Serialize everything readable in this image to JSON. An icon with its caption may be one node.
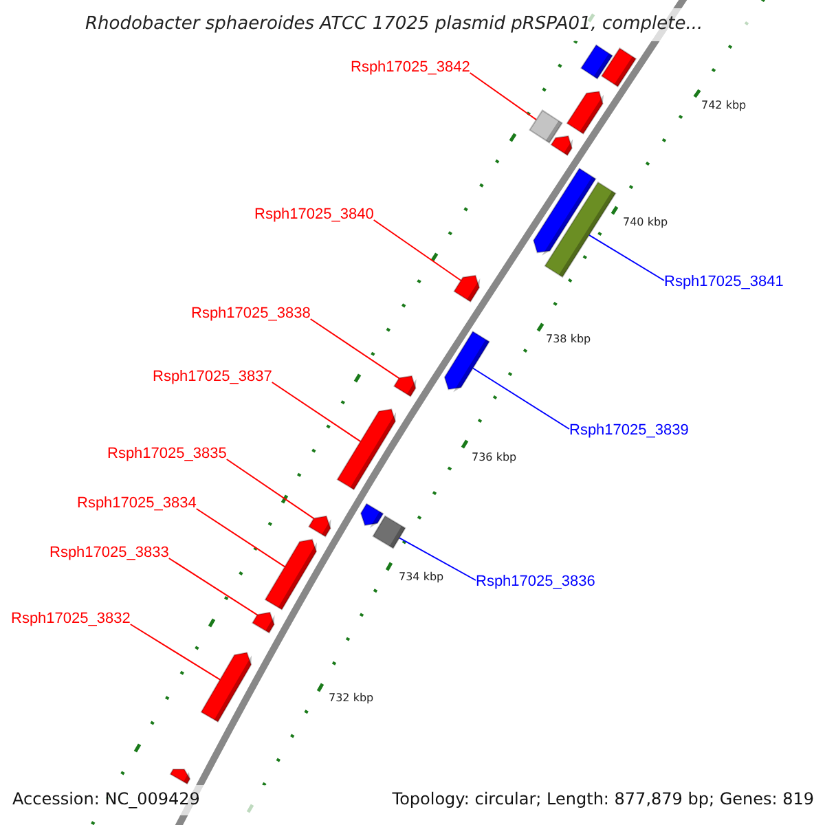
{
  "diagram": {
    "title": "Rhodobacter sphaeroides ATCC 17025 plasmid pRSPA01, complete...",
    "nodes": [
      {
        "text": [
          "Rsph17025_3842"
        ]
      },
      {
        "text": [
          "Rsph17025_3840"
        ]
      },
      {
        "text": [
          "Rsph17025_3841"
        ]
      },
      {
        "text": [
          "Rsph17025_3838"
        ]
      },
      {
        "text": [
          "Rsph17025_3837"
        ]
      },
      {
        "text": [
          "Rsph17025_3839"
        ]
      },
      {
        "text": [
          "Rsph17025_3835"
        ]
      },
      {
        "text": [
          "Rsph17025_3834"
        ]
      },
      {
        "text": [
          "Rsph17025_3833"
        ]
      },
      {
        "text": [
          "Rsph17025_3836"
        ]
      },
      {
        "text": [
          "Rsph17025_3832"
        ]
      },
      {
        "text": [],
        "shape": "arrow"
      },
      {
        "text": [],
        "shape": "arrow"
      },
      {
        "text": [],
        "shape": "arrow"
      },
      {
        "text": [],
        "shape": "box"
      },
      {
        "text": [],
        "shape": "arrow"
      },
      {
        "text": [],
        "shape": "arrow"
      },
      {
        "text": [],
        "shape": "box"
      },
      {
        "text": [],
        "shape": "arrow"
      },
      {
        "text": [],
        "shape": "arrow"
      },
      {
        "text": [],
        "shape": "arrow"
      },
      {
        "text": [],
        "shape": "arrow"
      },
      {
        "text": [],
        "shape": "arrow"
      },
      {
        "text": [],
        "shape": "arrow"
      },
      {
        "text": [],
        "shape": "box"
      },
      {
        "text": [],
        "shape": "arrow"
      },
      {
        "text": [],
        "shape": "arrow"
      },
      {
        "text": [],
        "shape": "arrow"
      },
      {
        "text": [],
        "shape": "arrow"
      }
    ],
    "edges": [
      {
        "from": 0,
        "to": 14,
        "arrow": "none"
      },
      {
        "from": 1,
        "to": 18,
        "arrow": "none"
      },
      {
        "from": 2,
        "to": 17,
        "arrow": "none",
        "color": "#0000ff"
      },
      {
        "from": 3,
        "to": 20,
        "arrow": "none"
      },
      {
        "from": 4,
        "to": 21,
        "arrow": "none"
      },
      {
        "from": 5,
        "to": 19,
        "arrow": "none",
        "color": "#0000ff"
      },
      {
        "from": 6,
        "to": 22,
        "arrow": "none"
      },
      {
        "from": 7,
        "to": 25,
        "arrow": "none"
      },
      {
        "from": 8,
        "to": 26,
        "arrow": "none"
      },
      {
        "from": 9,
        "to": 24,
        "arrow": "none",
        "color": "#0000ff"
      },
      {
        "from": 10,
        "to": 27,
        "arrow": "none"
      }
    ],
    "labels": [
      "742 kbp",
      "740 kbp",
      "738 kbp",
      "736 kbp",
      "734 kbp",
      "732 kbp",
      "Accession: NC_009429",
      "Topology: circular; Length: 877,879 bp; Genes: 819"
    ]
  }
}
